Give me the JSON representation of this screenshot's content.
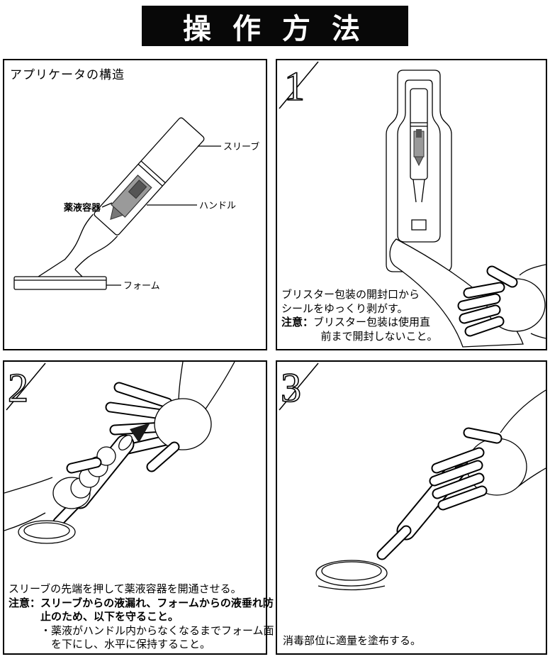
{
  "page": {
    "title": "操 作 方 法"
  },
  "structure": {
    "title": "アプリケータの構造",
    "labels": {
      "sleeve": "スリーブ",
      "handle": "ハンドル",
      "container": "薬液容器",
      "foam": "フォーム"
    }
  },
  "step1": {
    "number": "1",
    "caption": [
      "ブリスター包装の開封口から",
      "シールをゆっくり剥がす。"
    ],
    "note_label": "注意：",
    "note": [
      "ブリスター包装は使用直",
      "前まで開封しないこと。"
    ]
  },
  "step2": {
    "number": "2",
    "caption": "スリーブの先端を押して薬液容器を開通させる。",
    "note_label": "注意：",
    "note": [
      "スリーブからの液漏れ、フォームからの液垂れ防",
      "止のため、以下を守ること。"
    ],
    "sub_note": [
      "・薬液がハンドル内からなくなるまでフォーム面",
      "を下にし、水平に保持すること。"
    ]
  },
  "step3": {
    "number": "3",
    "caption": "消毒部位に適量を塗布する。"
  }
}
